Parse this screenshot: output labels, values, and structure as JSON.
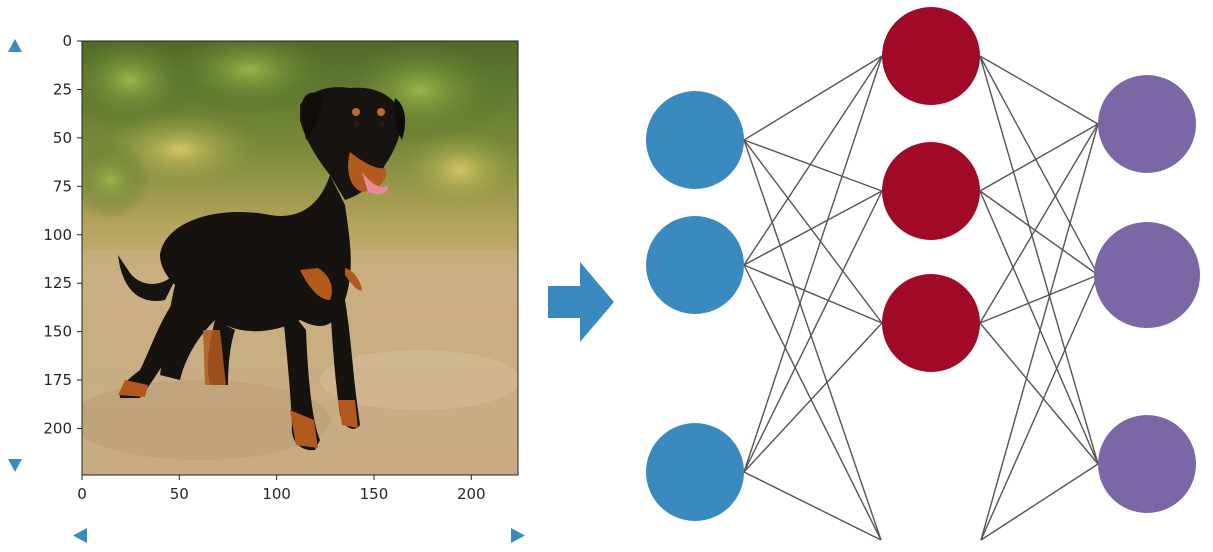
{
  "image_plot": {
    "y_ticks": [
      "0",
      "25",
      "50",
      "75",
      "100",
      "125",
      "150",
      "175",
      "200"
    ],
    "x_ticks": [
      "0",
      "50",
      "100",
      "150",
      "200"
    ],
    "y_tick_values": [
      0,
      25,
      50,
      75,
      100,
      125,
      150,
      175,
      200
    ],
    "x_tick_values": [
      0,
      50,
      100,
      150,
      200
    ],
    "x_range": [
      0,
      224
    ],
    "y_range": [
      0,
      224
    ],
    "picture_subject": "dog-photo"
  },
  "network": {
    "layers": [
      {
        "name": "input-layer",
        "nodes": 3,
        "color": "#3a8abf"
      },
      {
        "name": "hidden-layer",
        "nodes": 3,
        "color": "#a10a26"
      },
      {
        "name": "output-layer",
        "nodes": 3,
        "color": "#7b67a6"
      }
    ],
    "edge_color": "#555555"
  },
  "colors": {
    "arrow": "#3a8abf",
    "scroll_marker": "#3a8abf"
  },
  "icons": [
    "scroll-up-icon",
    "scroll-down-icon",
    "scroll-left-icon",
    "scroll-right-icon",
    "arrow-right-icon"
  ]
}
